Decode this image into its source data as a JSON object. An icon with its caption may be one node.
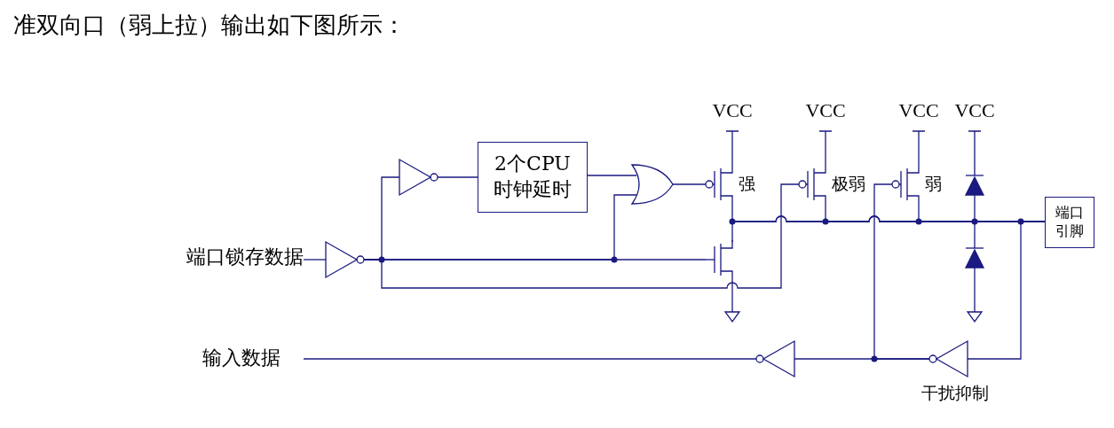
{
  "diagram": {
    "title": "准双向口（弱上拉）输出如下图所示：",
    "nodes": [
      {
        "text": [
          "端口锁存数据"
        ]
      },
      {
        "text": [],
        "shape": "triangle"
      },
      {
        "text": [],
        "shape": "triangle"
      },
      {
        "text": [
          "2个CPU时钟延时"
        ]
      },
      {
        "text": [],
        "shape": "gate"
      },
      {
        "text": [],
        "shape": "transistor",
        "beside": [
          "强"
        ]
      },
      {
        "text": [],
        "shape": "transistor",
        "beside": [
          "极弱"
        ]
      },
      {
        "text": [],
        "shape": "transistor",
        "beside": [
          "弱"
        ]
      },
      {
        "text": [],
        "shape": "transistor"
      },
      {
        "text": [],
        "shape": "diode"
      },
      {
        "text": [],
        "shape": "diode"
      },
      {
        "text": [
          "端口引脚"
        ]
      },
      {
        "text": [],
        "shape": "triangle",
        "beside": [
          "干扰抑制"
        ]
      },
      {
        "text": [],
        "shape": "triangle"
      },
      {
        "text": [
          "输入数据"
        ]
      }
    ],
    "edges": [
      {
        "from": 0,
        "to": 1,
        "arrow": "none"
      },
      {
        "from": 1,
        "to": 2,
        "arrow": "none"
      },
      {
        "from": 1,
        "to": 8,
        "arrow": "none"
      },
      {
        "from": 1,
        "to": 4,
        "arrow": "none"
      },
      {
        "from": 2,
        "to": 3,
        "arrow": "none"
      },
      {
        "from": 3,
        "to": 4,
        "arrow": "none"
      },
      {
        "from": 4,
        "to": 5,
        "arrow": "none"
      },
      {
        "from": 5,
        "to": 11,
        "arrow": "none"
      },
      {
        "from": 8,
        "to": 11,
        "arrow": "none"
      },
      {
        "from": 1,
        "to": 6,
        "arrow": "none"
      },
      {
        "from": 6,
        "to": 11,
        "arrow": "none"
      },
      {
        "from": 7,
        "to": 11,
        "arrow": "none"
      },
      {
        "from": 9,
        "to": 11,
        "arrow": "none"
      },
      {
        "from": 10,
        "to": 11,
        "arrow": "none"
      },
      {
        "from": 11,
        "to": 12,
        "arrow": "none"
      },
      {
        "from": 12,
        "to": 13,
        "arrow": "none"
      },
      {
        "from": 12,
        "to": 7,
        "arrow": "none"
      },
      {
        "from": 13,
        "to": 14,
        "arrow": "none"
      }
    ],
    "labels": [
      "VCC",
      "VCC",
      "VCC",
      "VCC"
    ]
  }
}
